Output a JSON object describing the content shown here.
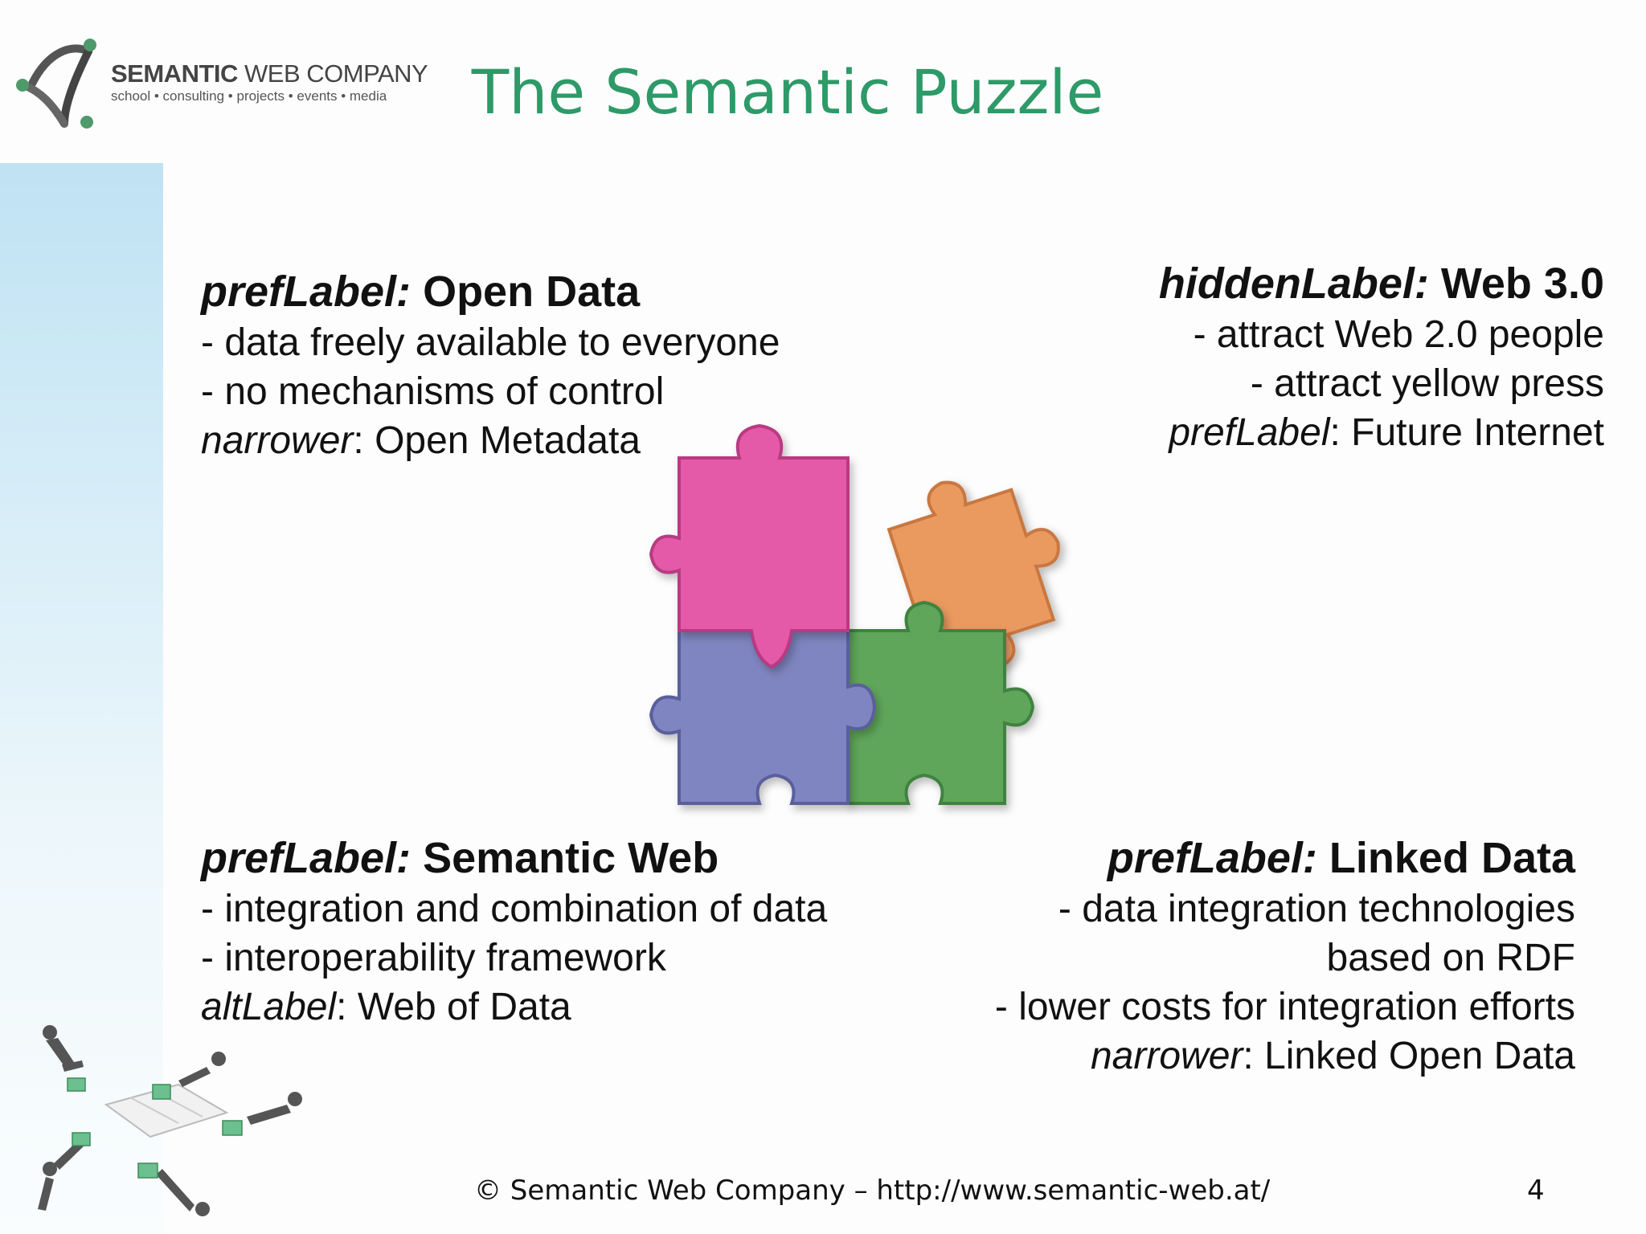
{
  "logo": {
    "name_bold": "SEMANTIC",
    "name_rest": "WEB COMPANY",
    "tagline": "school • consulting • projects • events • media"
  },
  "title": "The Semantic Puzzle",
  "blocks": {
    "open_data": {
      "key": "prefLabel:",
      "value": "Open Data",
      "lines": [
        "- data freely available to everyone",
        "- no mechanisms of control"
      ],
      "relation_key": "narrower",
      "relation_value": ": Open Metadata"
    },
    "web30": {
      "key": "hiddenLabel:",
      "value": "Web 3.0",
      "lines": [
        "- attract Web 2.0 people",
        "- attract yellow press"
      ],
      "relation_key": "prefLabel",
      "relation_value": ": Future Internet"
    },
    "semantic_web": {
      "key": "prefLabel:",
      "value": "Semantic Web",
      "lines": [
        "- integration and combination of data",
        "- interoperability framework"
      ],
      "relation_key": "altLabel",
      "relation_value": ": Web of Data"
    },
    "linked_data": {
      "key": "prefLabel:",
      "value": "Linked Data",
      "lines": [
        "- data integration technologies",
        "based on RDF",
        "- lower costs for integration efforts"
      ],
      "relation_key": "narrower",
      "relation_value": ": Linked Open Data"
    }
  },
  "illustration": {
    "icon": "puzzle-pieces-icon",
    "colors": {
      "pink": "#e45aa8",
      "blue": "#7f85c0",
      "green": "#5fa65a",
      "orange": "#ea9a5e"
    }
  },
  "footer": {
    "copyright": "© Semantic Web Company – http://www.semantic-web.at/",
    "page_number": "4"
  },
  "colors": {
    "title": "#2d9a68",
    "left_band": "#cfe8f5"
  }
}
